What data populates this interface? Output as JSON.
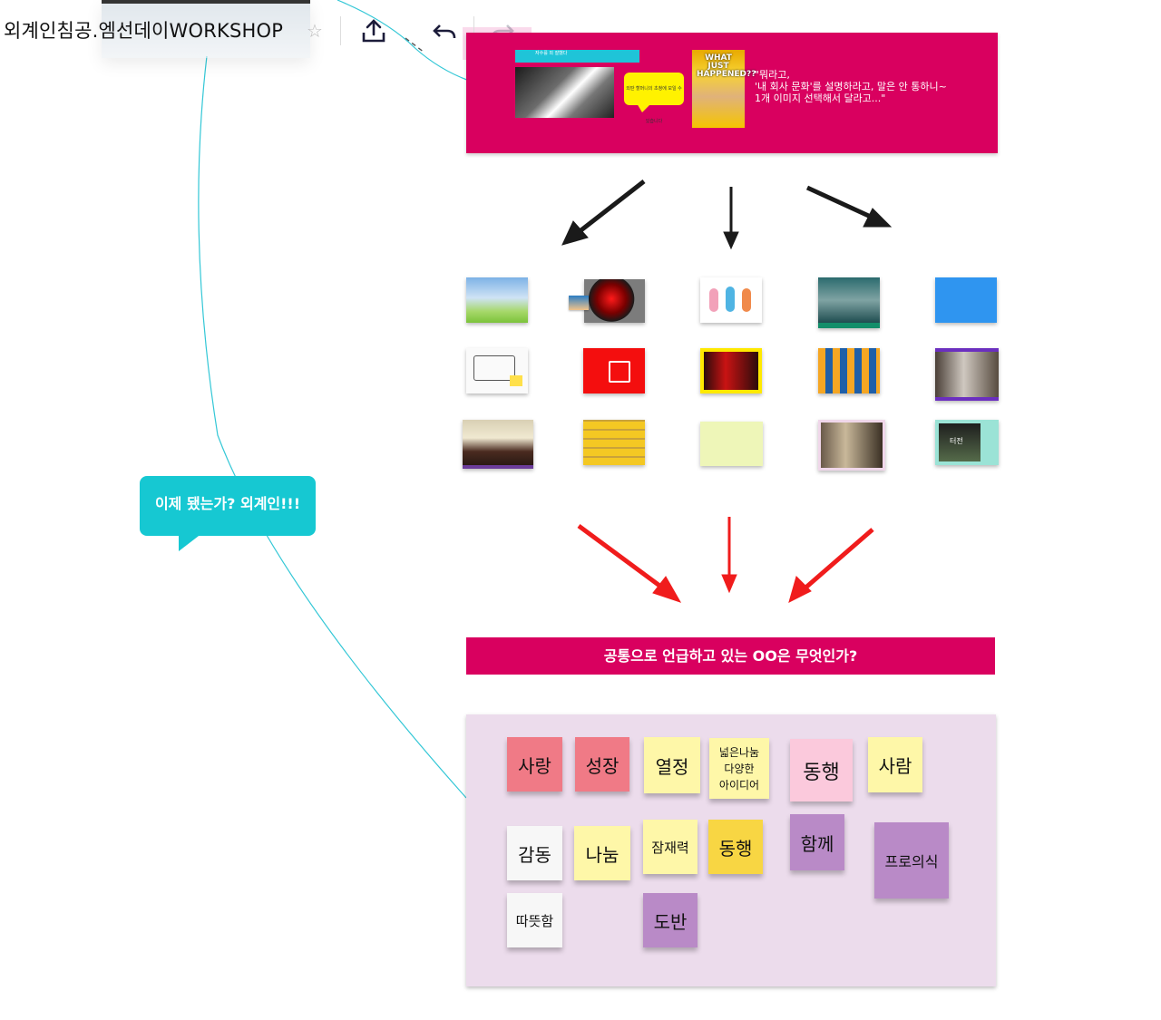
{
  "toolbar": {
    "board_title": "외계인침공.엠선데이WORKSHOP"
  },
  "header_banner": {
    "alien_card_title": "자수를 외 잘했다",
    "bubble_text": "외딴 할머니의 초청에 모일 수 있습니다",
    "face_caption": "WHAT JUST HAPPENED??",
    "quote": "\"뭐라고,\n'내 회사 문화'를 설명하라고, 말은 안 통하니~\n1개 이미지 선택해서 달라고...\""
  },
  "thumbnails": [
    {
      "label": ""
    },
    {
      "label": ""
    },
    {
      "label": ""
    },
    {
      "label": ""
    },
    {
      "label": ""
    },
    {
      "label": ""
    },
    {
      "label": ""
    },
    {
      "label": ""
    },
    {
      "label": ""
    },
    {
      "label": ""
    },
    {
      "label": ""
    },
    {
      "label": ""
    },
    {
      "label": ""
    },
    {
      "label": ""
    },
    {
      "label": "터전"
    }
  ],
  "speech_bubble": {
    "text": "이제 됐는가? 외계인!!!"
  },
  "question_banner": {
    "text": "공통으로 언급하고 있는 OO은 무엇인가?"
  },
  "stickies": [
    {
      "text": "사랑",
      "color": "#f07a86"
    },
    {
      "text": "성장",
      "color": "#f07a86"
    },
    {
      "text": "열정",
      "color": "#fef7a8"
    },
    {
      "text": "넓은나눔\n다양한\n아이디어",
      "color": "#fef7a8"
    },
    {
      "text": "동행",
      "color": "#fbc9dc"
    },
    {
      "text": "사람",
      "color": "#fef7a8"
    },
    {
      "text": "감동",
      "color": "#f7f7f7"
    },
    {
      "text": "나눔",
      "color": "#fef7a8"
    },
    {
      "text": "잠재력",
      "color": "#fef7a8"
    },
    {
      "text": "동행",
      "color": "#f8d643"
    },
    {
      "text": "함께",
      "color": "#b98ac7"
    },
    {
      "text": "프로의식",
      "color": "#b98ac7"
    },
    {
      "text": "따뜻함",
      "color": "#f7f7f7"
    },
    {
      "text": "도반",
      "color": "#b98ac7"
    }
  ]
}
